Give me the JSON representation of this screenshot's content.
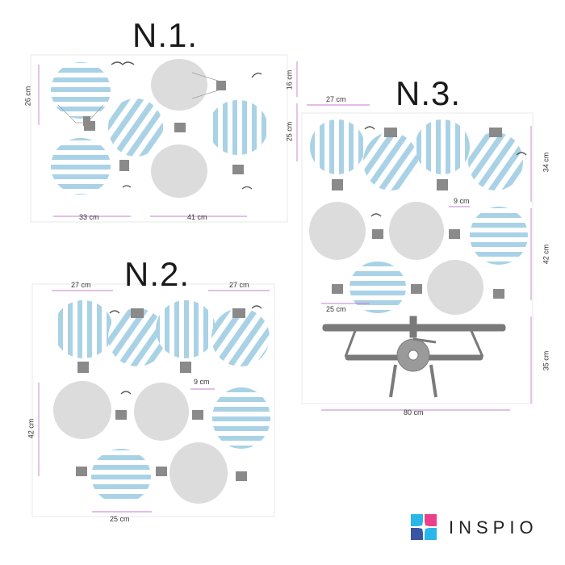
{
  "colors": {
    "balloon_blue": "#a9d2e6",
    "balloon_gray": "#dcdcdc",
    "basket": "#8a8a8a",
    "measure": "#c77dcf",
    "plane": "#7a7a7a",
    "text": "#1a1a1a"
  },
  "sets": [
    {
      "title": "N.1.",
      "dims": {
        "height_left": "26 cm",
        "height_right_top": "16 cm",
        "height_right_bottom": "25 cm",
        "width_left": "33 cm",
        "width_right": "41 cm"
      }
    },
    {
      "title": "N.2.",
      "dims": {
        "width_top_left": "27 cm",
        "width_top_right": "27 cm",
        "height_left": "42 cm",
        "gap": "9 cm",
        "width_bottom": "25 cm"
      }
    },
    {
      "title": "N.3.",
      "dims": {
        "width_top": "27 cm",
        "height_right_top": "34 cm",
        "gap": "9 cm",
        "height_right_mid": "42 cm",
        "width_bottom": "25 cm",
        "height_plane": "35 cm",
        "width_plane": "80 cm"
      }
    }
  ],
  "brand": {
    "name": "INSPIO",
    "logo_icon": "inspio-logo-icon"
  }
}
